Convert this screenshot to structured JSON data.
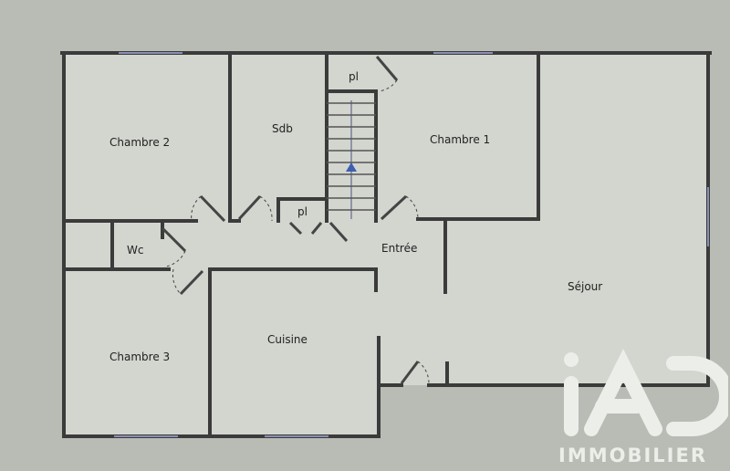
{
  "rooms": {
    "chambre2": "Chambre 2",
    "sdb": "Sdb",
    "pl_top": "pl",
    "chambre1": "Chambre 1",
    "pl_small": "pl",
    "wc": "Wc",
    "entree": "Entrée",
    "sejour": "Séjour",
    "chambre3": "Chambre 3",
    "cuisine": "Cuisine"
  },
  "logo": {
    "mark": "iAD",
    "subtitle": "IMMOBILIER"
  },
  "colors": {
    "wall": "#3a3b3a",
    "floor": "#d2d4ce",
    "stair_arrow": "#3d5fb0",
    "logo": "#eceeea"
  }
}
